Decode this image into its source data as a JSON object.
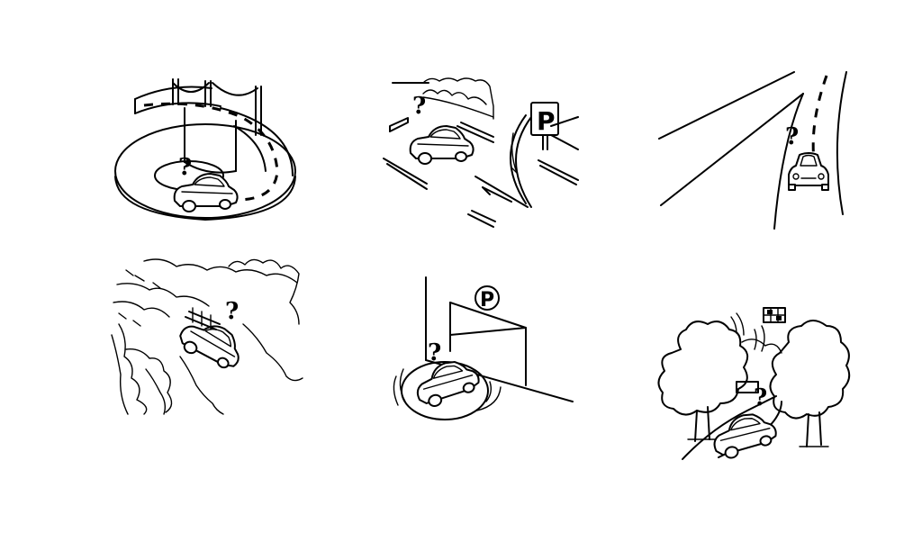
{
  "panels": [
    {
      "id": "spiral-ramp",
      "question_mark": "?"
    },
    {
      "id": "parking-lot-entrance",
      "question_mark": "?",
      "sign_letter": "P"
    },
    {
      "id": "diverging-road",
      "question_mark": "?"
    },
    {
      "id": "forest-road",
      "question_mark": "?"
    },
    {
      "id": "parking-garage-turntable",
      "question_mark": "?",
      "sign_letter": "P"
    },
    {
      "id": "trees-blocking-satellite",
      "question_mark": "?"
    }
  ],
  "colors": {
    "line": "#000000",
    "background": "#ffffff"
  }
}
